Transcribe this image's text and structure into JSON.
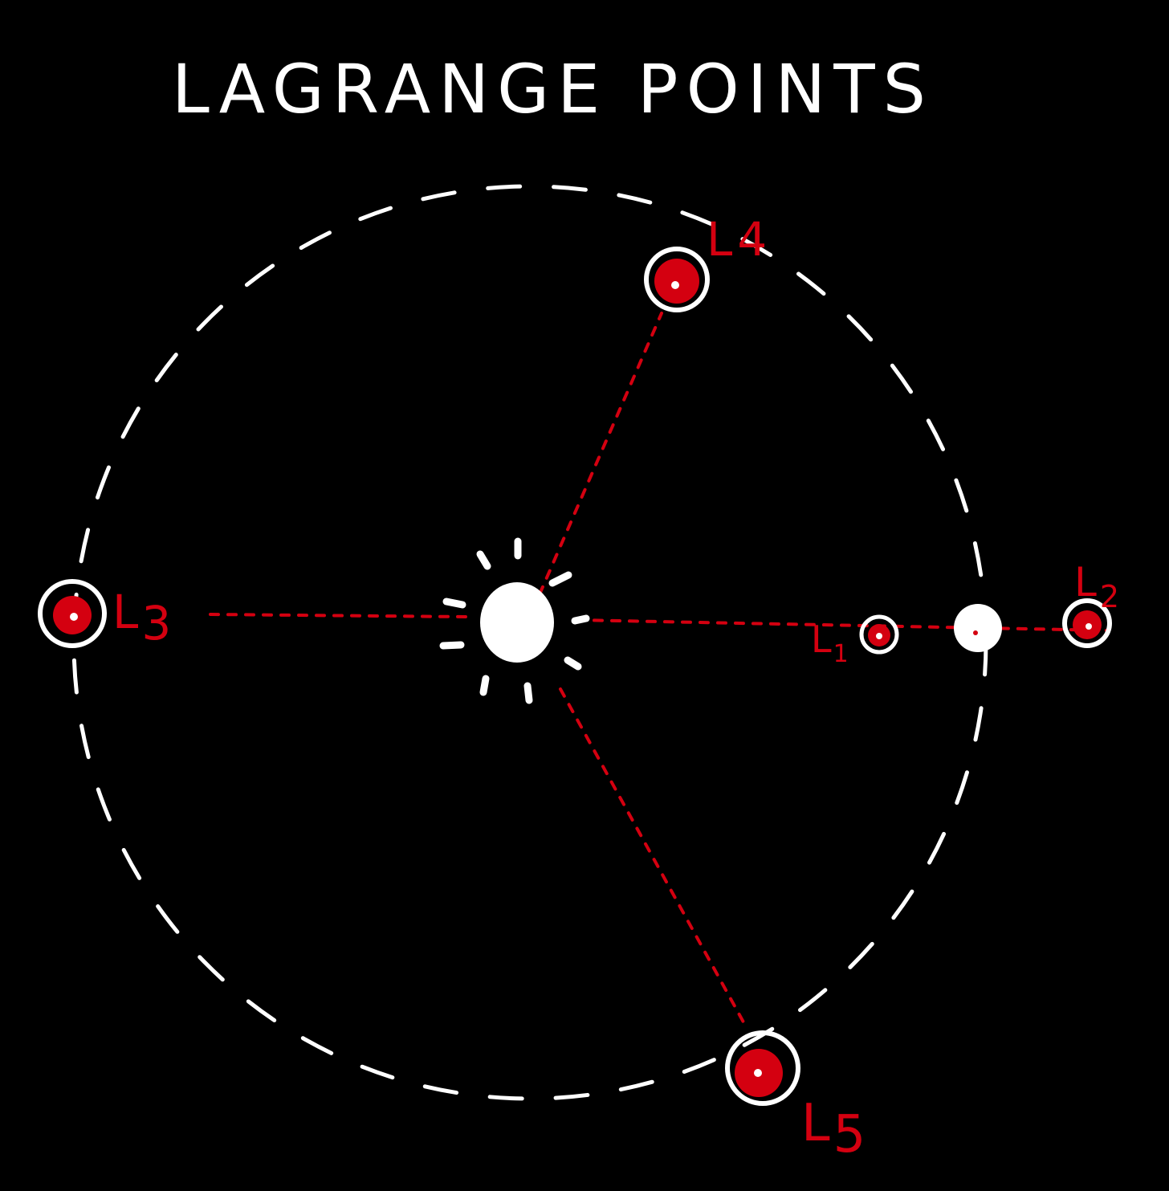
{
  "title": "LAGRANGE POINTS",
  "colors": {
    "background": "#000000",
    "ink": "#ffffff",
    "accent": "#d40010"
  },
  "bodies": [
    {
      "id": "sun",
      "name": "sun-icon"
    },
    {
      "id": "planet",
      "name": "planet-icon"
    }
  ],
  "points": [
    {
      "id": "l1",
      "label": "L",
      "sub": "1"
    },
    {
      "id": "l2",
      "label": "L",
      "sub": "2"
    },
    {
      "id": "l3",
      "label": "L",
      "sub": "3"
    },
    {
      "id": "l4",
      "label": "L",
      "sub": "4"
    },
    {
      "id": "l5",
      "label": "L",
      "sub": "5"
    }
  ]
}
